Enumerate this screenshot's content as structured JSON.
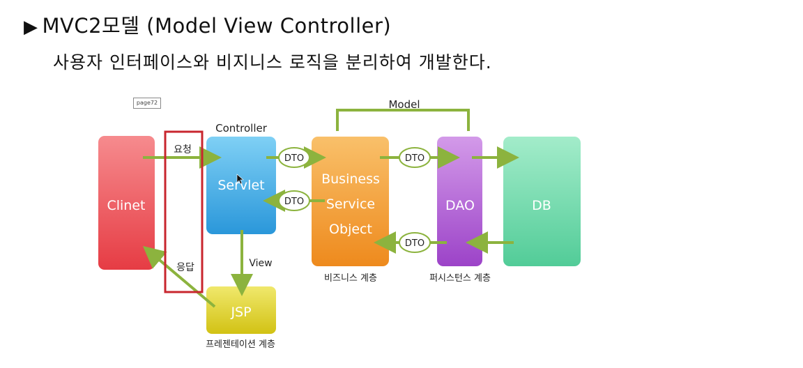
{
  "heading": {
    "marker": "▶",
    "text": "MVC2모델 (Model View Controller)"
  },
  "subheading": "사용자 인터페이스와 비지니스 로직을 분리하여 개발한다.",
  "page_tag": "page72",
  "diagram": {
    "group_label": "Model",
    "controller_label": "Controller",
    "boxes": {
      "client": "Clinet",
      "servlet": "Servlet",
      "business_1": "Business",
      "business_2": "Service",
      "business_3": "Object",
      "dao": "DAO",
      "db": "DB",
      "jsp": "JSP"
    },
    "dto": "DTO",
    "request": "요청",
    "response": "응답",
    "view": "View",
    "layers": {
      "business": "비즈니스 계층",
      "persistence": "퍼시스턴스 계층",
      "presentation": "프레젠테이션 계층"
    },
    "colors": {
      "client": "#ee4f55",
      "servlet": "#3aa6e3",
      "business": "#f39a2c",
      "dao": "#a653cf",
      "db": "#5fd4a3",
      "jsp": "#d9cc1f",
      "arrow": "#8cb33e",
      "highlight": "#c8262e"
    }
  }
}
